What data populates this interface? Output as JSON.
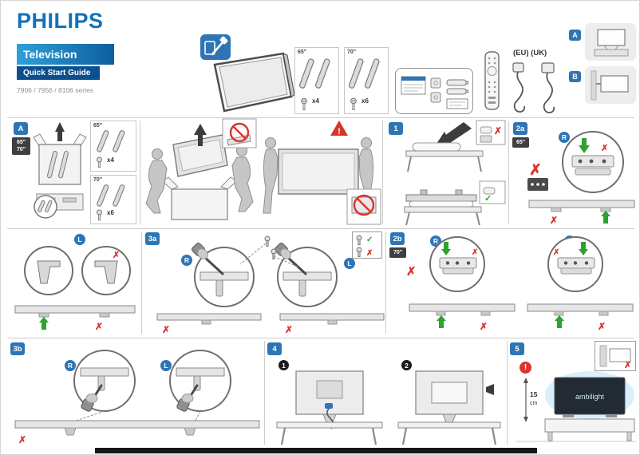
{
  "brand": {
    "logo": "PHILIPS",
    "product": "Television",
    "guide": "Quick Start Guide",
    "series": "7906 / 7956 / 8106 series"
  },
  "header": {
    "size65": "65\"",
    "size70": "70\"",
    "screws65": "x4",
    "screws70": "x6",
    "power": "(EU) (UK)",
    "optionA": "A",
    "optionB": "B"
  },
  "sections": {
    "a": {
      "badge": "A",
      "size65": "65\"",
      "size70": "70\"",
      "screws65": "x4",
      "screws70": "x6"
    },
    "s1": {
      "badge": "1"
    },
    "s2a": {
      "badge": "2a",
      "size": "65\""
    },
    "s2b": {
      "badge": "2b",
      "size": "70\""
    },
    "s3a": {
      "badge": "3a"
    },
    "s3b": {
      "badge": "3b"
    },
    "s4": {
      "badge": "4",
      "step1": "1",
      "step2": "2"
    },
    "s5": {
      "badge": "5",
      "screen_text": "ambilight",
      "distance": "15",
      "distance_unit": "cm"
    }
  },
  "labels": {
    "right": "R",
    "left": "L"
  },
  "symbols": {
    "cross": "✗",
    "check": "✓",
    "warning": "!"
  },
  "colors": {
    "philips_blue": "#1172ba",
    "badge_blue": "#2e75b6",
    "error_red": "#d9342b",
    "ok_green": "#2fa12f"
  }
}
